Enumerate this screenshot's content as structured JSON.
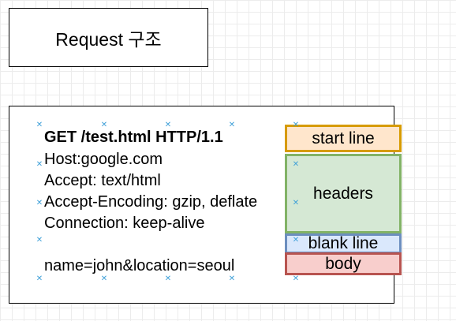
{
  "title": "Request 구조",
  "request": {
    "lines": [
      "GET /test.html HTTP/1.1",
      "Host:google.com",
      "Accept: text/html",
      "Accept-Encoding: gzip, deflate",
      "Connection: keep-alive",
      "",
      "name=john&location=seoul"
    ]
  },
  "segments": [
    {
      "label": "start line",
      "fill": "#ffe6cc",
      "stroke": "#d79b00"
    },
    {
      "label": "headers",
      "fill": "#d5e8d4",
      "stroke": "#82b366"
    },
    {
      "label": "blank line",
      "fill": "#dae8fc",
      "stroke": "#6c8ebf"
    },
    {
      "label": "body",
      "fill": "#f8cecc",
      "stroke": "#b85450"
    }
  ],
  "colors": {
    "marker": "#3fa0d8"
  },
  "marker_icon": "x-marker-icon"
}
